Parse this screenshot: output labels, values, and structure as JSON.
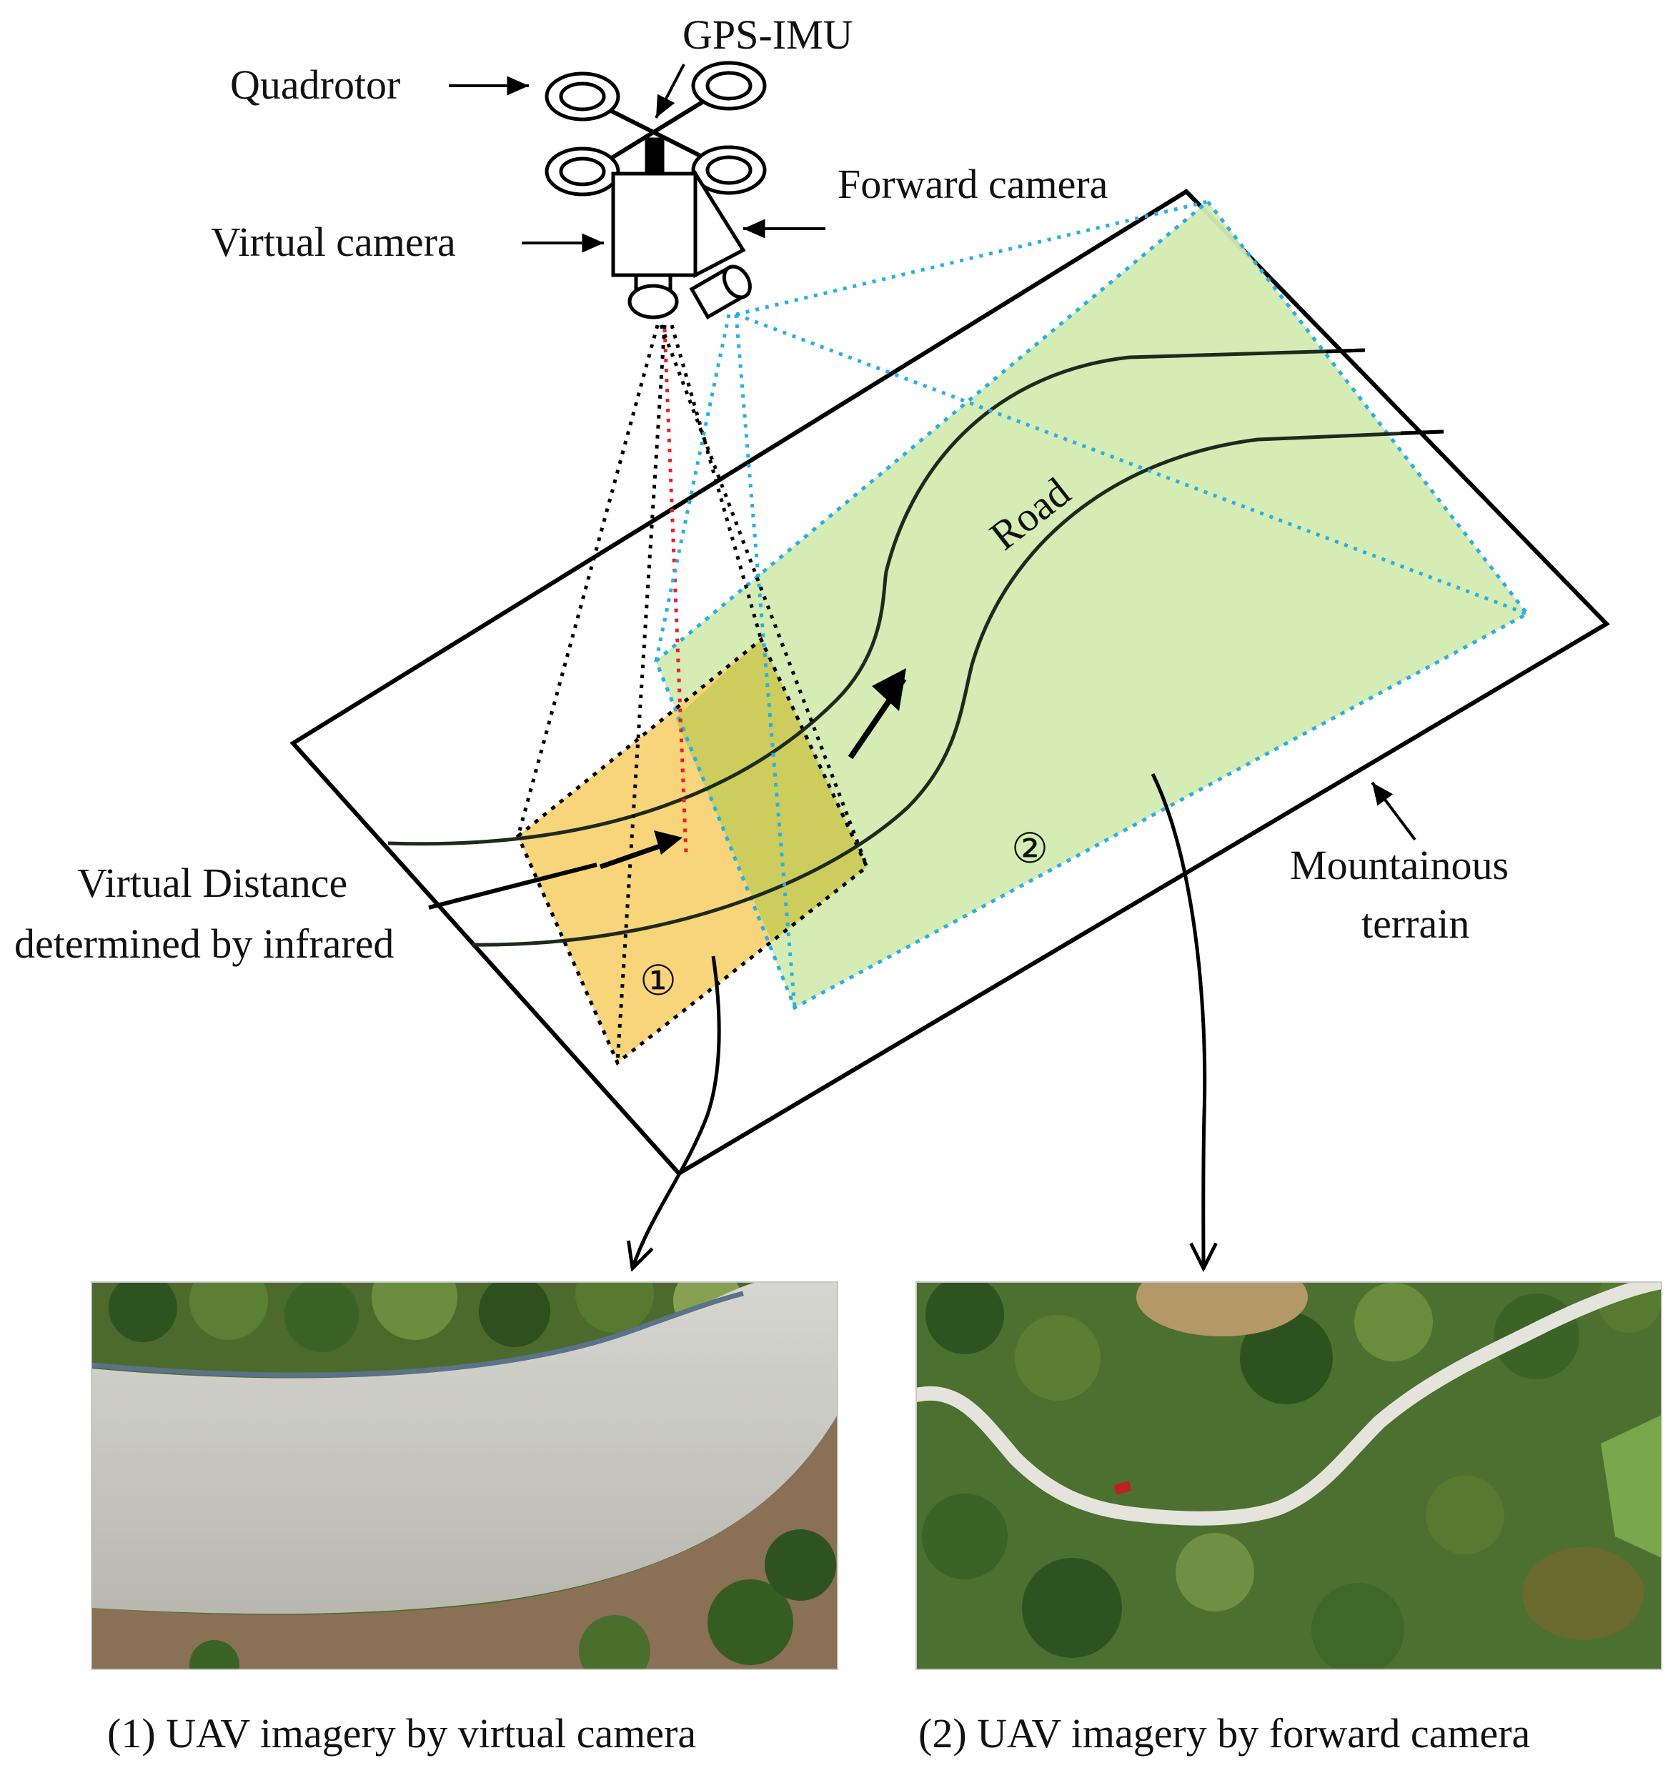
{
  "labels": {
    "gps_imu": "GPS-IMU",
    "quadrotor": "Quadrotor",
    "forward_camera": "Forward camera",
    "virtual_camera": "Virtual camera",
    "road": "Road",
    "virtual_distance_line1": "Virtual Distance",
    "virtual_distance_line2": "determined by infrared",
    "mountainous_line1": "Mountainous",
    "mountainous_line2": "terrain",
    "marker_1": "①",
    "marker_2": "②"
  },
  "captions": {
    "left": "(1) UAV imagery by virtual camera",
    "right": "(2) UAV imagery by forward camera"
  },
  "colors": {
    "virtual_footprint": "#f7d070",
    "forward_footprint": "#cfe9a8",
    "overlap": "#c9cd5c",
    "forward_rays": "#2ab0e8",
    "infrared_ray": "#e8202a",
    "outline": "#000000",
    "road_surface": "#c9c9c2",
    "vegetation": "#3f6b2a"
  }
}
